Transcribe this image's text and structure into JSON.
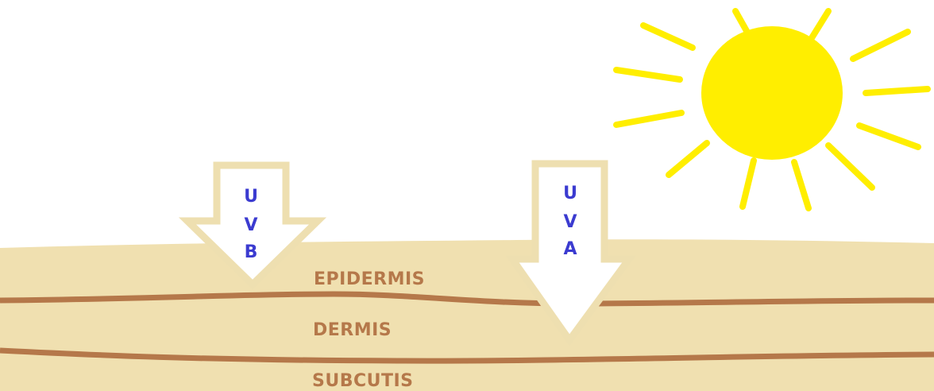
{
  "layers": {
    "epidermis": "EPIDERMIS",
    "dermis": "DERMIS",
    "subcutis": "SUBCUTIS"
  },
  "arrows": {
    "uvb": {
      "letters": [
        "U",
        "V",
        "B"
      ]
    },
    "uva": {
      "letters": [
        "U",
        "V",
        "A"
      ]
    }
  },
  "colors": {
    "skin": "#f0e0b0",
    "layer_line": "#b5784a",
    "label": "#b5784a",
    "arrow_fill": "#ffffff",
    "arrow_outline": "#eedfb0",
    "letters": "#3b3bd0",
    "sun": "#ffee00"
  },
  "icons": {
    "sun": "sun-icon"
  }
}
